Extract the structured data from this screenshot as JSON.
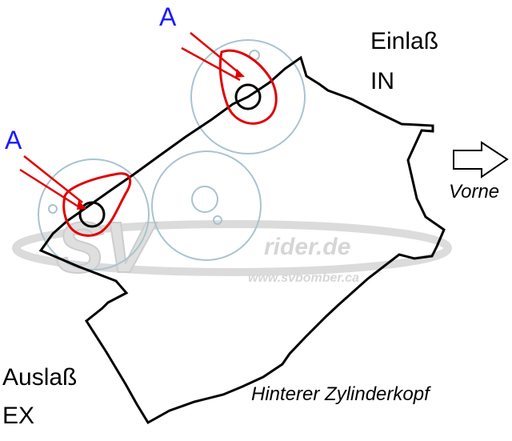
{
  "labels": {
    "cam_mark_upper": "A",
    "cam_mark_lower": "A",
    "intake_title": "Einlaß",
    "intake_abbr": "IN",
    "exhaust_title": "Auslaß",
    "exhaust_abbr": "EX",
    "direction": "Vorne",
    "caption": "Hinterer Zylinderkopf"
  },
  "watermark": {
    "logo_text": "SV",
    "brand": "rider.de",
    "url": "www.svbomber.ca"
  },
  "colors": {
    "outline": "#000000",
    "gear": "#a9c3cf",
    "cam_marker": "#e00000",
    "mark_label": "#1a1aff",
    "watermark": "#d4d4d4"
  }
}
